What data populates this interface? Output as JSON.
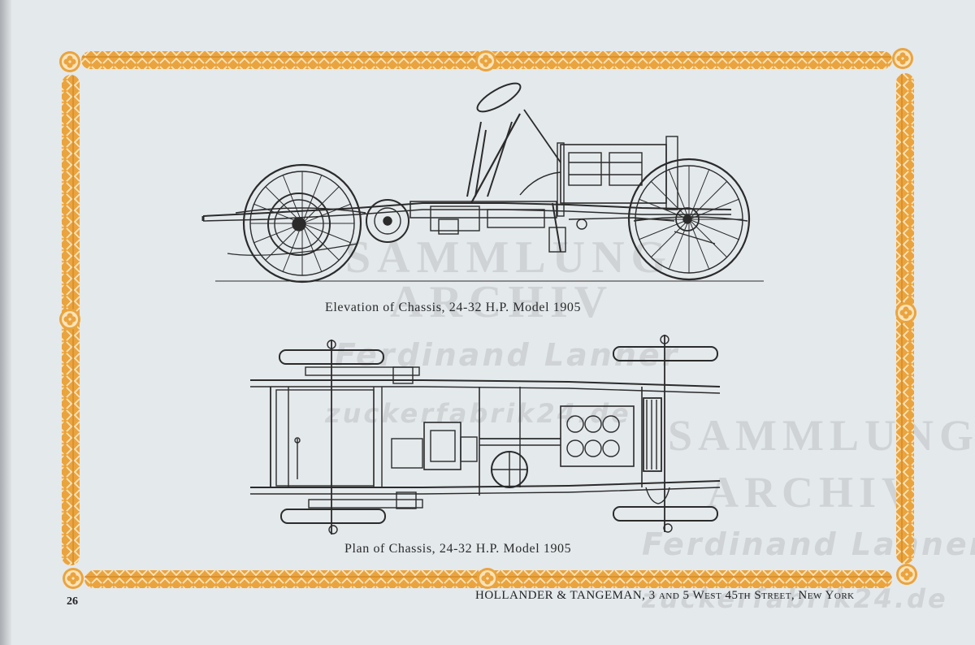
{
  "page": {
    "page_number": "26",
    "publisher": "HOLLANDER & TANGEMAN, 3 and 5 West 45th Street, New York"
  },
  "figures": {
    "elevation_caption": "Elevation of Chassis, 24-32 H.P. Model 1905",
    "plan_caption": "Plan of Chassis, 24-32 H.P. Model 1905"
  },
  "watermark": {
    "line1": "SAMMLUNG",
    "line2": "ARCHIV",
    "line3": "Ferdinand Lanner",
    "line4": "zuckerfabrik24.de"
  },
  "colors": {
    "border_orange": "#e9a23d",
    "paper": "#e4e9ec",
    "ink": "#2a2a2a"
  },
  "icons": {
    "corner": "quatrefoil-rosette-icon",
    "border": "laurel-chevron-border"
  }
}
